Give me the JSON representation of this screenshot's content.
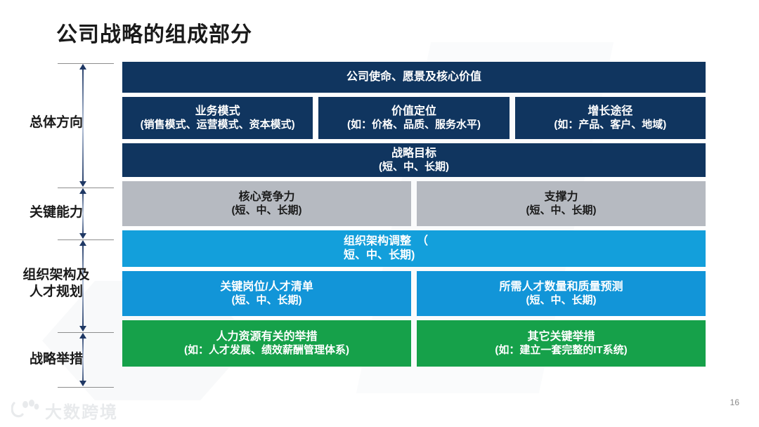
{
  "slide": {
    "title": "公司战略的组成部分",
    "page_number": "16",
    "watermark": {
      "brand_text": "大数跨境",
      "logo_icon": "paw-logo-icon"
    },
    "colors": {
      "navy": "#10355f",
      "gray": "#b6bac1",
      "light_blue": "#139fdb",
      "blue": "#1295d8",
      "green": "#16a14a",
      "title_text": "#1a1a1a",
      "axis_line": "#8d8d8d",
      "axis_arrow": "#1f3864"
    }
  },
  "axis": {
    "labels": [
      {
        "text": "总体方向",
        "lines": [
          "总体方向"
        ]
      },
      {
        "text": "关键能力",
        "lines": [
          "关键能力"
        ]
      },
      {
        "text": "组织架构及人才规划",
        "lines": [
          "组织架构及",
          "人才规划"
        ]
      },
      {
        "text": "战略举措",
        "lines": [
          "战略举措"
        ]
      }
    ]
  },
  "rows": {
    "mission": {
      "cells": [
        {
          "title": "公司使命、愿景及核心价值",
          "subtitle": ""
        }
      ]
    },
    "direction": {
      "cells": [
        {
          "title": "业务模式",
          "subtitle": "(销售模式、运营模式、资本模式)"
        },
        {
          "title": "价值定位",
          "subtitle": "(如：价格、品质、服务水平)"
        },
        {
          "title": "增长途径",
          "subtitle": "(如：产品、客户、地域)"
        }
      ]
    },
    "goals": {
      "cells": [
        {
          "title": "战略目标",
          "subtitle": "(短、中、长期)"
        }
      ]
    },
    "capability": {
      "cells": [
        {
          "title": "核心竞争力",
          "subtitle": "(短、中、长期)"
        },
        {
          "title": "支撑力",
          "subtitle": "(短、中、长期)"
        }
      ]
    },
    "org_adjust": {
      "cells": [
        {
          "title": "组织架构调整　（",
          "subtitle": "短、中、长期)"
        }
      ]
    },
    "talent": {
      "cells": [
        {
          "title": "关键岗位/人才清单",
          "subtitle": "(短、中、长期)"
        },
        {
          "title": "所需人才数量和质量预测",
          "subtitle": "(短、中、长期)"
        }
      ]
    },
    "initiatives": {
      "cells": [
        {
          "title": "人力资源有关的举措",
          "subtitle": "(如：人才发展、绩效薪酬管理体系)"
        },
        {
          "title": "其它关键举措",
          "subtitle": "(如：建立一套完整的IT系统)"
        }
      ]
    }
  }
}
